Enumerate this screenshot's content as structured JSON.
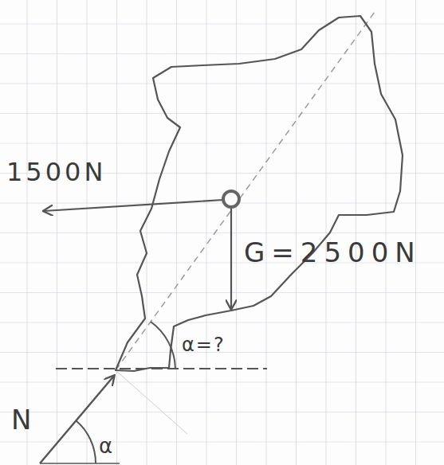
{
  "diagram": {
    "labels": [
      "1500N",
      "G=2500N",
      "α=?",
      "N",
      "α"
    ]
  }
}
